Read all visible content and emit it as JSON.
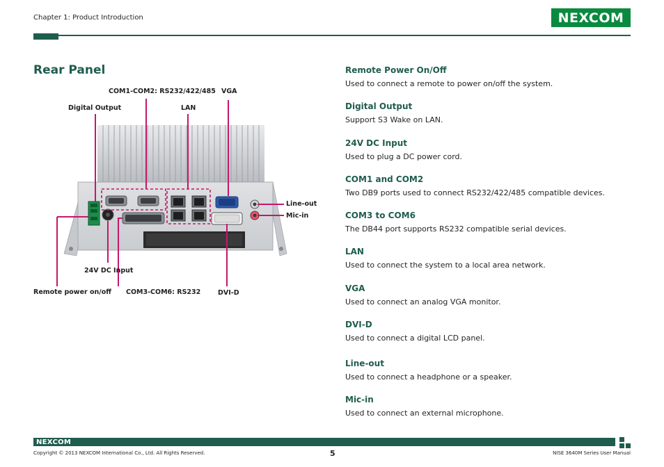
{
  "header": {
    "chapter": "Chapter 1: Product Introduction",
    "brand_logo": "NEXCOM"
  },
  "section_title": "Rear Panel",
  "callouts": {
    "com12": "COM1-COM2: RS232/422/485",
    "vga": "VGA",
    "digital_output": "Digital Output",
    "lan": "LAN",
    "line_out": "Line-out",
    "mic_in": "Mic-in",
    "dc_input": "24V DC Input",
    "remote_power": "Remote power on/off",
    "com36": "COM3-COM6: RS232",
    "dvid": "DVI-D"
  },
  "descriptions": [
    {
      "title": "Remote Power On/Off",
      "text": "Used to connect a remote to power on/off the system."
    },
    {
      "title": "Digital Output",
      "text": "Support S3 Wake on LAN."
    },
    {
      "title": "24V DC Input",
      "text": "Used to plug a DC power cord."
    },
    {
      "title": "COM1 and COM2",
      "text": "Two DB9 ports used to connect RS232/422/485 compatible devices."
    },
    {
      "title": "COM3 to COM6",
      "text": "The DB44 port supports RS232 compatible serial devices."
    },
    {
      "title": "LAN",
      "text": "Used to connect the system to a local area network."
    },
    {
      "title": "VGA",
      "text": "Used to connect an analog VGA monitor."
    },
    {
      "title": "DVI-D",
      "text": "Used to connect a digital LCD panel."
    },
    {
      "title": "Line-out",
      "text": "Used to connect a headphone or a speaker."
    },
    {
      "title": "Mic-in",
      "text": "Used to connect an external microphone."
    }
  ],
  "footer": {
    "brand_logo": "NEXCOM",
    "copyright": "Copyright © 2013 NEXCOM International Co., Ltd. All Rights Reserved.",
    "page_number": "5",
    "manual": "NISE 3640M Series User Manual"
  },
  "colors": {
    "brand_green": "#0a8a3e",
    "dark_teal": "#1f5d4e",
    "callout_magenta": "#c4176c"
  }
}
